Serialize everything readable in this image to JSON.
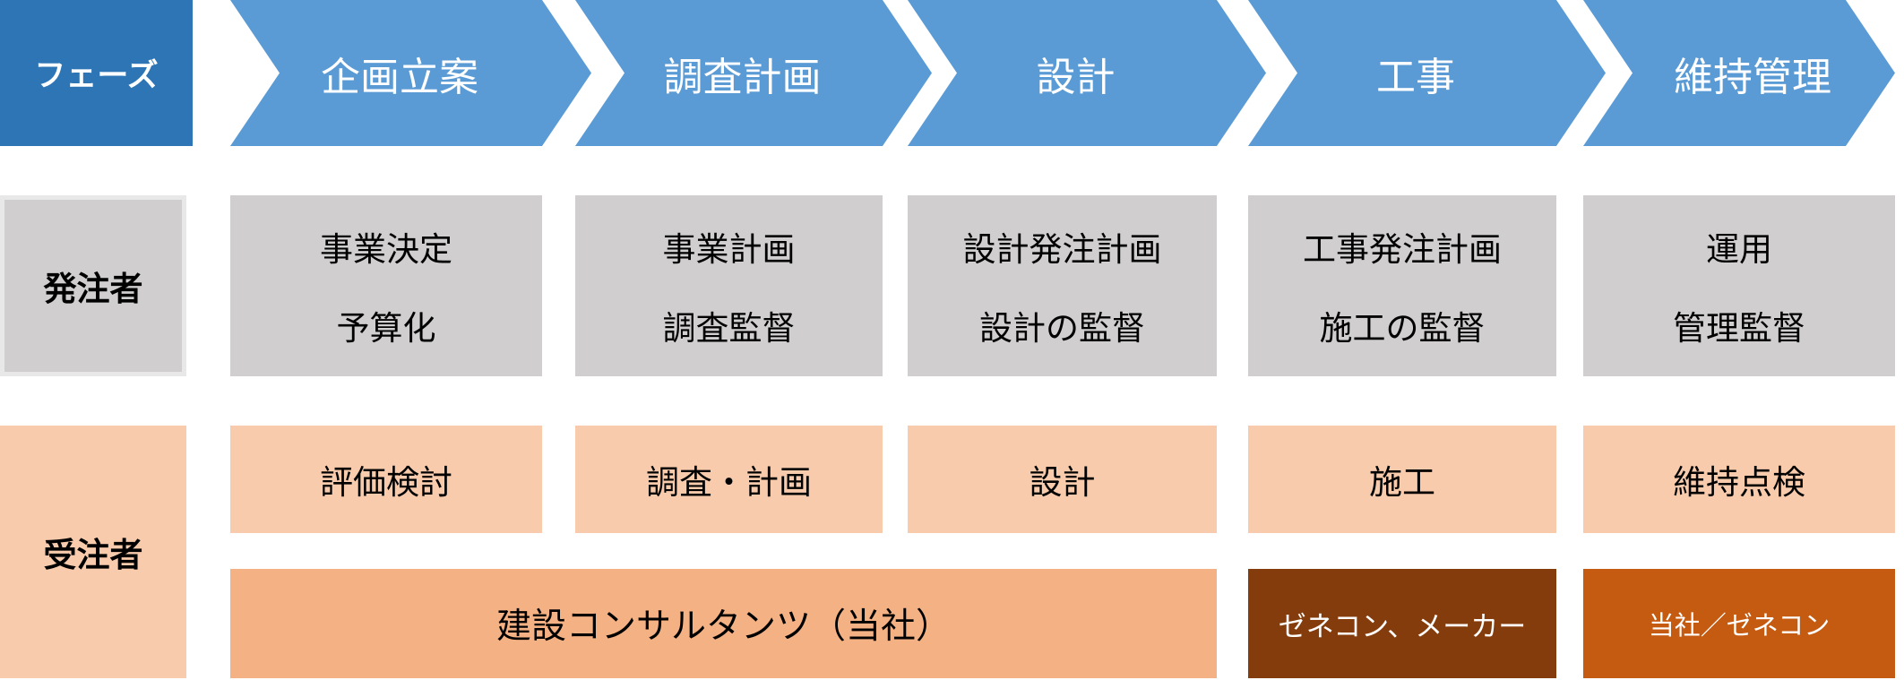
{
  "colors": {
    "phase_header_bg": "#2E75B6",
    "arrow_bg": "#5B9BD5",
    "gray_box_bg": "#D0CECE",
    "light_orange_bg": "#F8CBAD",
    "consultant_bg": "#F4B183",
    "general_contractor_bg": "#843C0C",
    "company_gc_bg": "#C55A11",
    "text_on_dark": "#FFFFFF",
    "text_on_light": "#000000"
  },
  "phase_row": {
    "label": "フェーズ",
    "phases": [
      {
        "name": "企画立案"
      },
      {
        "name": "調査計画"
      },
      {
        "name": "設計"
      },
      {
        "name": "工事"
      },
      {
        "name": "維持管理"
      }
    ]
  },
  "orderer_row": {
    "label": "発注者",
    "cells": [
      {
        "line1": "事業決定",
        "line2": "予算化"
      },
      {
        "line1": "事業計画",
        "line2": "調査監督"
      },
      {
        "line1": "設計発注計画",
        "line2": "設計の監督"
      },
      {
        "line1": "工事発注計画",
        "line2": "施工の監督"
      },
      {
        "line1": "運用",
        "line2": "管理監督"
      }
    ]
  },
  "contractor_row": {
    "label": "受注者",
    "tasks": [
      "評価検討",
      "調査・計画",
      "設計",
      "施工",
      "維持点検"
    ],
    "performers": [
      {
        "name": "建設コンサルタンツ（当社）",
        "phases": "企画立案〜設計"
      },
      {
        "name": "ゼネコン、メーカー",
        "phases": "工事"
      },
      {
        "name": "当社／ゼネコン",
        "phases": "維持管理"
      }
    ]
  }
}
